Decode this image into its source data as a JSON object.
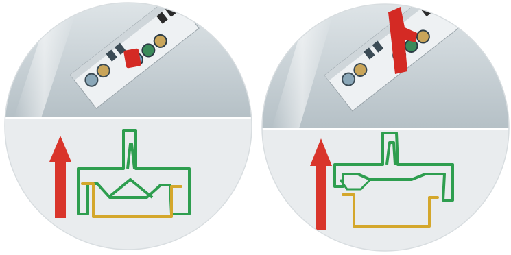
{
  "panels": [
    {
      "id": "left",
      "state": "terminal block pressed onto DIN rail",
      "colors": {
        "photo_bg": "#c7d0d5",
        "drawing_bg": "#e9ecee",
        "arrow": "#d9352b",
        "terminal_outline": "#2e9e4f",
        "rail_outline": "#d4a72c",
        "release_tab": "#d42a24"
      },
      "icons": [
        "terminal-block-photo",
        "up-arrow-icon",
        "terminal-outline",
        "din-rail-outline"
      ]
    },
    {
      "id": "right",
      "state": "terminal block lifted off DIN rail",
      "colors": {
        "photo_bg": "#c7d0d5",
        "drawing_bg": "#e9ecee",
        "arrow": "#d9352b",
        "terminal_outline": "#2e9e4f",
        "rail_outline": "#d4a72c",
        "release_tab": "#d42a24"
      },
      "icons": [
        "terminal-block-photo",
        "up-arrow-icon",
        "terminal-outline",
        "din-rail-outline"
      ]
    }
  ]
}
